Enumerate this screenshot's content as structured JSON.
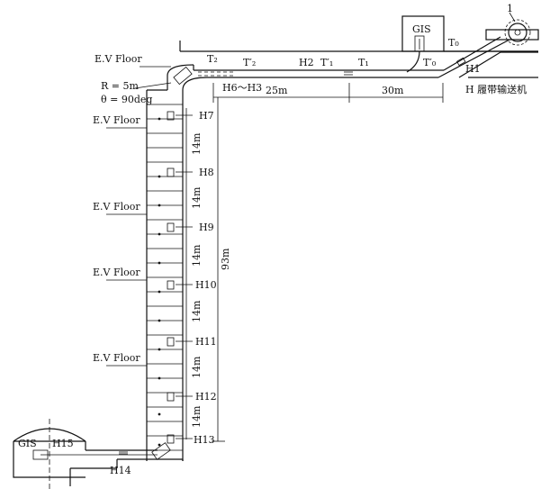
{
  "labels": {
    "gis_top": "GIS",
    "gis_bottom": "GIS",
    "marker_1": "1",
    "t0_a": "T₀",
    "t0_b": "T′₀",
    "t1": "T₁",
    "t1_prime": "T′₁",
    "t2": "T₂",
    "t2_prime": "T′₂",
    "h2": "H2",
    "h1": "H1",
    "h_conveyor": "H 履带输送机",
    "h6_h3": "H6～H3",
    "dist_25": "25m",
    "dist_30": "30m",
    "radius": "R = 5m",
    "theta": "θ = 90deg",
    "floor_1": "E.V Floor",
    "floor_2": "E.V Floor",
    "floor_3": "E.V Floor",
    "floor_4": "E.V Floor",
    "floor_5": "E.V Floor",
    "height_93": "93m",
    "h7": "H7",
    "h8": "H8",
    "h9": "H9",
    "h10": "H10",
    "h11": "H11",
    "h12": "H12",
    "h13": "H13",
    "h14": "H14",
    "h15": "H15",
    "seg_14_1": "14m",
    "seg_14_2": "14m",
    "seg_14_3": "14m",
    "seg_14_4": "14m",
    "seg_14_5": "14m",
    "seg_14_6": "14m"
  }
}
